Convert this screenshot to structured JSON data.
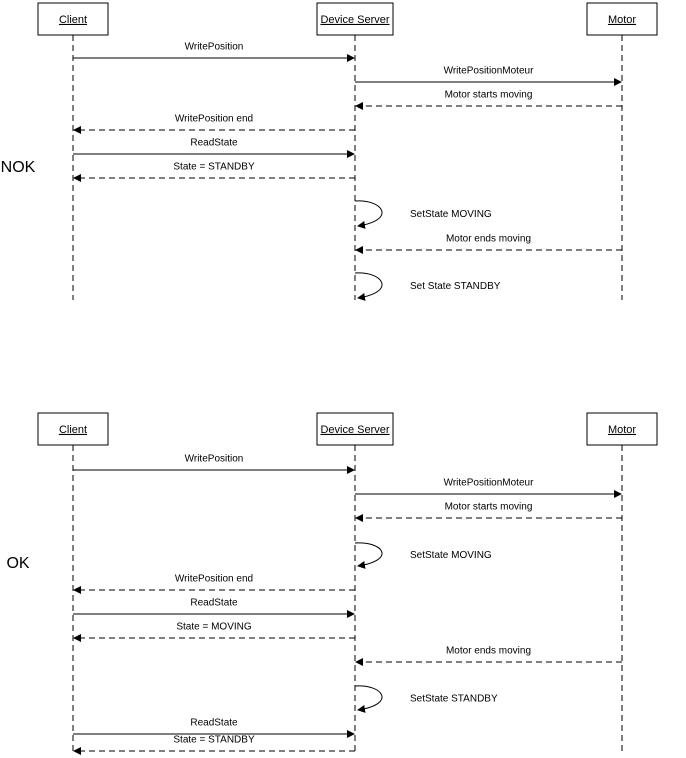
{
  "diagrams": [
    {
      "label": "NOK",
      "participants": [
        "Client",
        "Device Server",
        "Motor"
      ],
      "messages": [
        {
          "text": "WritePosition",
          "from": "Client",
          "to": "Device Server",
          "style": "solid"
        },
        {
          "text": "WritePositionMoteur",
          "from": "Device Server",
          "to": "Motor",
          "style": "solid"
        },
        {
          "text": "Motor starts moving",
          "from": "Motor",
          "to": "Device Server",
          "style": "dashed"
        },
        {
          "text": "WritePosition end",
          "from": "Device Server",
          "to": "Client",
          "style": "dashed"
        },
        {
          "text": "ReadState",
          "from": "Client",
          "to": "Device Server",
          "style": "solid"
        },
        {
          "text": "State = STANDBY",
          "from": "Device Server",
          "to": "Client",
          "style": "dashed"
        },
        {
          "text": "SetState MOVING",
          "from": "Device Server",
          "to": "Device Server",
          "style": "self"
        },
        {
          "text": "Motor ends moving",
          "from": "Motor",
          "to": "Device Server",
          "style": "dashed"
        },
        {
          "text": "Set State STANDBY",
          "from": "Device Server",
          "to": "Device Server",
          "style": "self"
        }
      ]
    },
    {
      "label": "OK",
      "participants": [
        "Client",
        "Device Server",
        "Motor"
      ],
      "messages": [
        {
          "text": "WritePosition",
          "from": "Client",
          "to": "Device Server",
          "style": "solid"
        },
        {
          "text": "WritePositionMoteur",
          "from": "Device Server",
          "to": "Motor",
          "style": "solid"
        },
        {
          "text": "Motor starts moving",
          "from": "Motor",
          "to": "Device Server",
          "style": "dashed"
        },
        {
          "text": "SetState MOVING",
          "from": "Device Server",
          "to": "Device Server",
          "style": "self"
        },
        {
          "text": "WritePosition end",
          "from": "Device Server",
          "to": "Client",
          "style": "dashed"
        },
        {
          "text": "ReadState",
          "from": "Client",
          "to": "Device Server",
          "style": "solid"
        },
        {
          "text": "State = MOVING",
          "from": "Device Server",
          "to": "Client",
          "style": "dashed"
        },
        {
          "text": "Motor ends moving",
          "from": "Motor",
          "to": "Device Server",
          "style": "dashed"
        },
        {
          "text": "SetState STANDBY",
          "from": "Device Server",
          "to": "Device Server",
          "style": "self"
        },
        {
          "text": "ReadState",
          "from": "Client",
          "to": "Device Server",
          "style": "solid"
        },
        {
          "text": "State = STANDBY",
          "from": "Device Server",
          "to": "Client",
          "style": "dashed"
        }
      ]
    }
  ]
}
